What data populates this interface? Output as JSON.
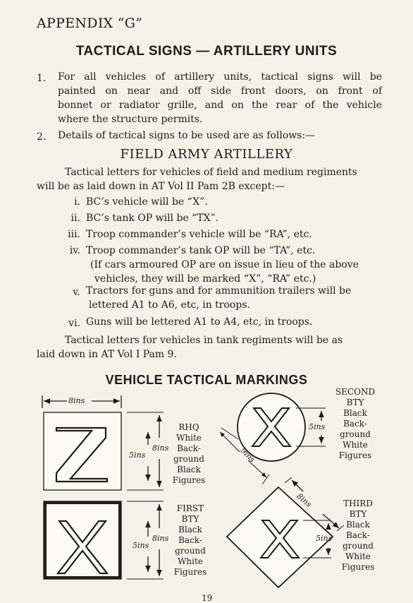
{
  "appendix": "APPENDIX “G”",
  "title": "TACTICAL SIGNS — ARTILLERY UNITS",
  "para1": {
    "num": "1.",
    "lines": [
      "For all vehicles of artillery units, tactical signs will be",
      "painted on near and off side front doors, on front of",
      "bonnet or radiator grille, and on the rear of the vehicle",
      "where the structure permits."
    ]
  },
  "para2": {
    "num": "2.",
    "text": "Details of tactical signs to be used are as follows:—"
  },
  "subhead": "FIELD ARMY ARTILLERY",
  "intro": {
    "lines": [
      "Tactical letters for vehicles of field and medium regiments",
      "will be as laid down in AT Vol II Pam 2B except:—"
    ]
  },
  "items": [
    {
      "num": "i.",
      "lines": [
        "BC’s vehicle will be “X”."
      ]
    },
    {
      "num": "ii.",
      "lines": [
        "BC’s tank OP will be “TX”."
      ]
    },
    {
      "num": "iii.",
      "lines": [
        "Troop commander’s vehicle will be “RA”, etc."
      ]
    },
    {
      "num": "iv.",
      "lines": [
        "Troop commander’s tank OP will be “TA”, etc.",
        "(If cars armoured OP are on issue in lieu of the above",
        "vehicles, they will be marked “X”, “RA” etc.)"
      ]
    },
    {
      "num": "v.",
      "lines": [
        "Tractors for guns and for ammunition trailers will be",
        "lettered A1 to A6, etc, in troops."
      ]
    },
    {
      "num": "vi.",
      "lines": [
        "Guns will be lettered A1 to A4, etc, in troops."
      ]
    }
  ],
  "tank_para": {
    "lines": [
      "Tactical letters for vehicles in tank regiments will be as",
      "laid down in AT Vol I Pam 9."
    ]
  },
  "vehicle_title": "VEHICLE TACTICAL MARKINGS",
  "markings": {
    "rhq": {
      "letter": "Z",
      "label": [
        "RHQ",
        "White",
        "Back-",
        "ground",
        "Black",
        "Figures"
      ]
    },
    "first": {
      "letter": "X",
      "label": [
        "FIRST",
        "BTY",
        "Black",
        "Back-",
        "ground",
        "White",
        "Figures"
      ]
    },
    "second": {
      "letter": "X",
      "label": [
        "SECOND",
        "BTY",
        "Black",
        "Back-",
        "ground",
        "White",
        "Figures"
      ]
    },
    "third": {
      "letter": "X",
      "label": [
        "THIRD",
        "BTY",
        "Black",
        "Back-",
        "ground",
        "White",
        "Figures"
      ]
    }
  },
  "dims": {
    "top_width": "8ins",
    "rhq_letter": "5ins",
    "rhq_box": "8ins",
    "first_letter": "5ins",
    "first_box": "8ins",
    "circle_letter": "5ins",
    "circle_diam": "9ins",
    "diamond_side": "8ins",
    "diamond_letter": "5ins"
  },
  "page_number": "19"
}
